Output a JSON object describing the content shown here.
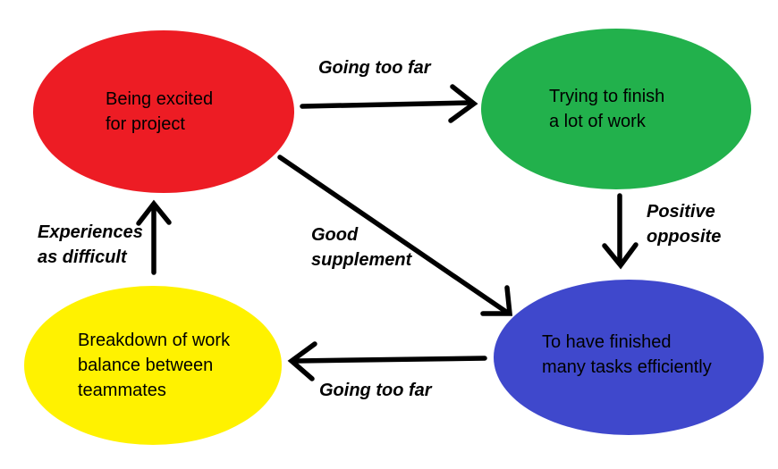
{
  "diagram": {
    "background": "#FFFFFF",
    "arrow_color": "#000000",
    "text_color": "#000000",
    "nodes": [
      {
        "id": "being-excited",
        "label": "Being excited\nfor project",
        "color": "#ED1C24"
      },
      {
        "id": "trying-to-finish",
        "label": "Trying to finish\na lot of work",
        "color": "#22B14C"
      },
      {
        "id": "finished-tasks",
        "label": "To have finished\nmany tasks efficiently",
        "color": "#3F48CC"
      },
      {
        "id": "breakdown",
        "label": "Breakdown of work\nbalance between\nteammates",
        "color": "#FFF200"
      }
    ],
    "edges": [
      {
        "from": "being-excited",
        "to": "trying-to-finish",
        "label": "Going too far"
      },
      {
        "from": "trying-to-finish",
        "to": "finished-tasks",
        "label": "Positive\nopposite"
      },
      {
        "from": "being-excited",
        "to": "finished-tasks",
        "label": "Good\nsupplement"
      },
      {
        "from": "finished-tasks",
        "to": "breakdown",
        "label": "Going too far"
      },
      {
        "from": "breakdown",
        "to": "being-excited",
        "label": "Experiences\nas difficult"
      }
    ]
  }
}
